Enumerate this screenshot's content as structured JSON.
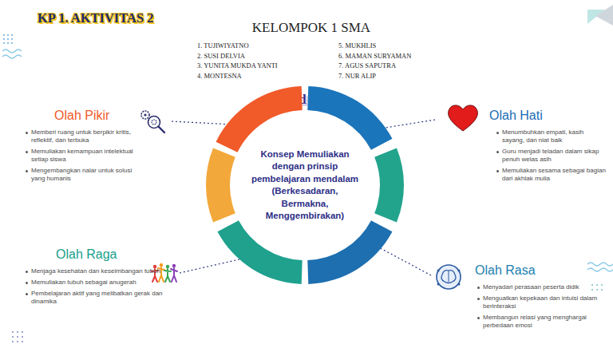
{
  "diagram": {
    "title": "KP 1. AKTIVITAS 2",
    "nodes": [
      {
        "text": [
          "Konsep Memuliakan dengan prinsip pembelajaran mendalam (Berkesadaran, Bermakna, Menggembirakan)"
        ]
      },
      {
        "text": [
          "Olah Pikir",
          "Memberi ruang untuk berpikir kritis, reflektif, dan terbuka",
          "Memuliakan kemampuan intelektual setiap siswa",
          "Mengembangkan nalar untuk solusi yang humanis"
        ]
      },
      {
        "text": [
          "Olah Hati",
          "Menumbuhkan empati, kasih sayang, dan niat baik",
          "Guru menjadi teladan dalam sikap penuh welas asih",
          "Memuliakan sesama sebagai bagian dari akhlak mulia"
        ]
      },
      {
        "text": [
          "Olah Raga",
          "Menjaga kesehatan dan keseimbangan tubuh",
          "Memuliakan tubuh sebagai anugerah",
          "Pembelajaran aktif yang melibatkan gerak dan dinamika"
        ]
      },
      {
        "text": [
          "Olah Rasa",
          "Menyadari perasaan peserta didik",
          "Menguatkan kepekaan dan intuisi dalam berinteraksi",
          "Membangun relasi yang menghargai perbedaan emosi"
        ]
      }
    ],
    "edges": [
      {
        "from": 1,
        "to": 0,
        "arrow": "none"
      },
      {
        "from": 2,
        "to": 0,
        "arrow": "none"
      },
      {
        "from": 3,
        "to": 0,
        "arrow": "none"
      },
      {
        "from": 4,
        "to": 0,
        "arrow": "none"
      }
    ],
    "labels": [
      "KELOMPOK 1 SMA",
      "1. TUJIWIYATNO",
      "2. SUSI DELVIA",
      "3. YUNITA MUKDA YANTI",
      "4. MONTESNA",
      "5. MUKHLIS",
      "6. MAMAN SURYAMAN",
      "7. AGUS SAPUTRA",
      "7. NUR ALIP",
      "Mind Map"
    ]
  }
}
